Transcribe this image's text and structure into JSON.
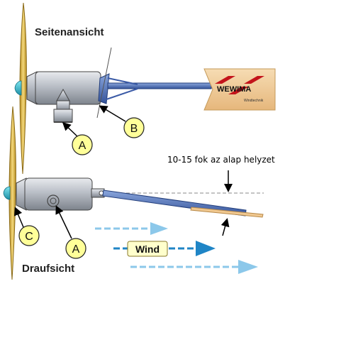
{
  "views": {
    "side_title": "Seitenansicht",
    "top_title": "Draufsicht"
  },
  "annotation": {
    "angle_note": "10-15 fok az alap helyzet"
  },
  "callouts": {
    "a_side": "A",
    "b_side": "B",
    "c_top": "C",
    "a_top": "A"
  },
  "wind": {
    "label": "Wind"
  },
  "vane_logo": {
    "brand": "WEWIMA",
    "subtitle": "Windtechnik"
  },
  "colors": {
    "blade": "#e6c35c",
    "nacelle": "#b9bec6",
    "tail_boom": "#5577c0",
    "vane": "#f2cfa0",
    "callout_fill": "#ffff99",
    "wind_arrow_light": "#8cc8ea",
    "wind_arrow_dark": "#1f85c6"
  }
}
